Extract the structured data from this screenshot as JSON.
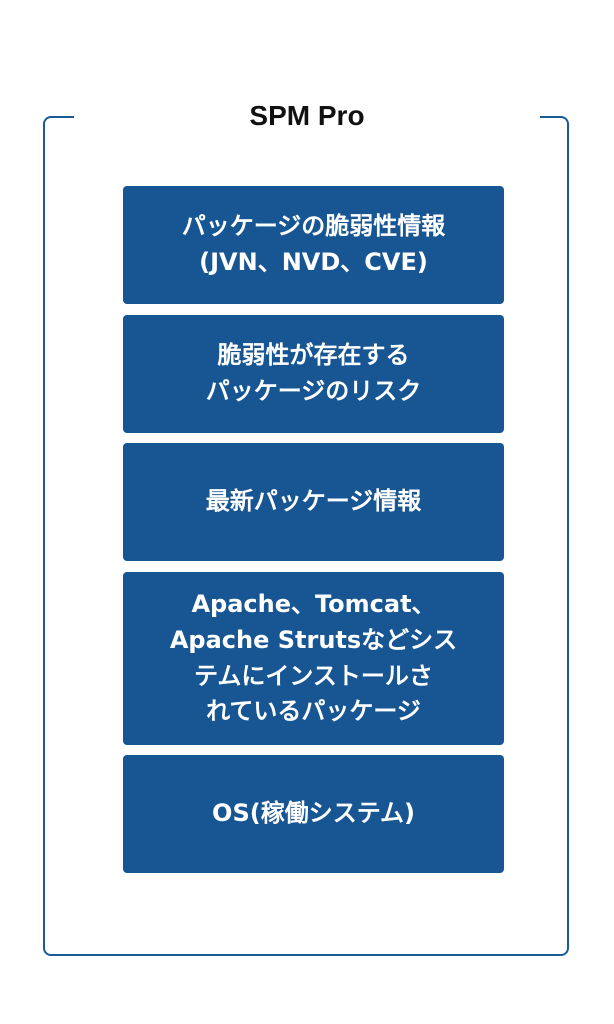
{
  "diagram": {
    "title": "SPM Pro",
    "layers": [
      {
        "label": "パッケージの脆弱性情報\n(JVN、NVD、CVE)"
      },
      {
        "label": "脆弱性が存在する\nパッケージのリスク"
      },
      {
        "label": "最新パッケージ情報"
      },
      {
        "label": "Apache、Tomcat、\nApache Strutsなどシス\nテムにインストールさ\nれているパッケージ"
      },
      {
        "label": "OS(稼働システム)"
      }
    ],
    "colors": {
      "box_fill": "#175593",
      "frame_border": "#1a5a96",
      "title_text": "#111111",
      "box_text": "#ffffff"
    }
  }
}
